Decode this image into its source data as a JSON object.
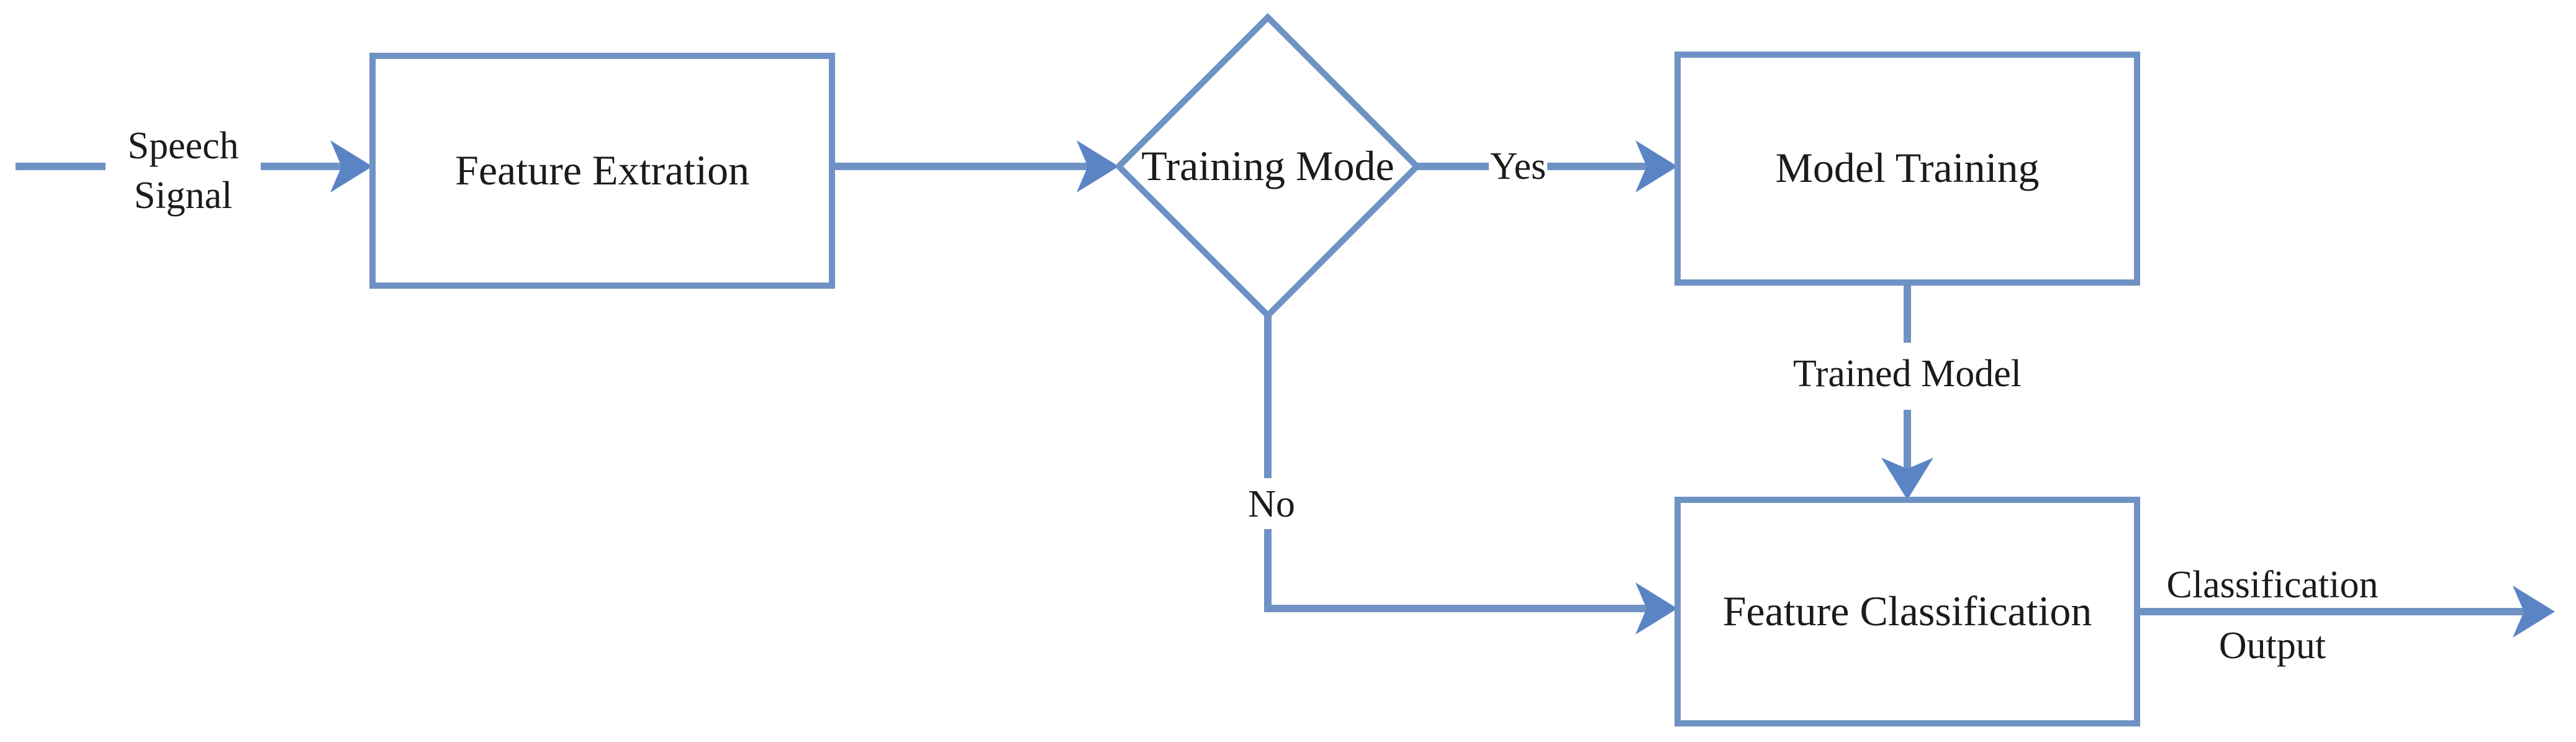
{
  "figure": {
    "background": "#ffffff",
    "stroke_color": "#6f92c5",
    "arrowhead_color": "#5b84c4",
    "text_color": "#1b1b1b"
  },
  "nodes": {
    "feature_extraction": {
      "type": "process",
      "label": "Feature Extration"
    },
    "training_mode": {
      "type": "decision",
      "label": "Training Mode"
    },
    "model_training": {
      "type": "process",
      "label": "Model Training"
    },
    "feature_classification": {
      "type": "process",
      "label": "Feature Classification"
    }
  },
  "edges": {
    "input": {
      "label_line1": "Speech",
      "label_line2": "Signal"
    },
    "to_decision": {
      "label": ""
    },
    "yes_branch": {
      "label": "Yes"
    },
    "no_branch": {
      "label": "No"
    },
    "trained_model": {
      "label": "Trained Model"
    },
    "output": {
      "label_line1": "Classification",
      "label_line2": "Output"
    }
  }
}
